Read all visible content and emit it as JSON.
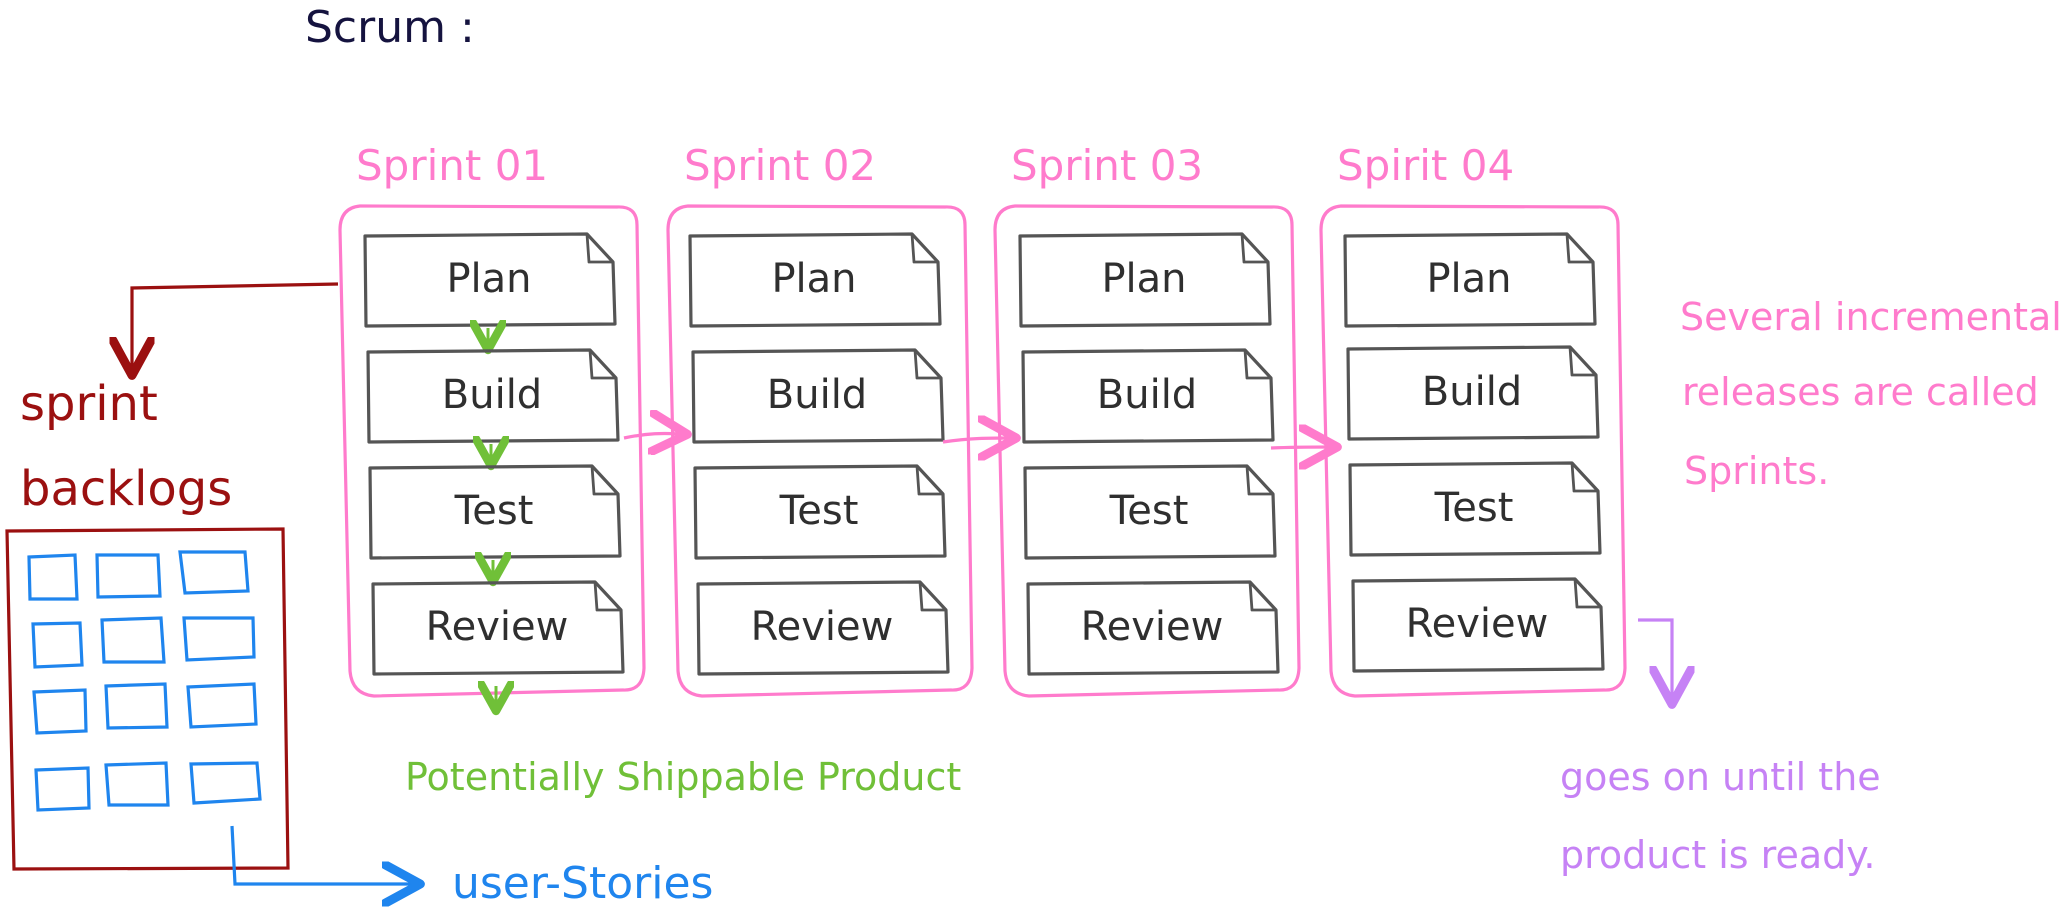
{
  "title": "Scrum :",
  "sprints": [
    {
      "title": "Sprint  01",
      "steps": [
        "Plan",
        "Build",
        "Test",
        "Review"
      ]
    },
    {
      "title": "Sprint  02",
      "steps": [
        "Plan",
        "Build",
        "Test",
        "Review"
      ]
    },
    {
      "title": "Sprint  03",
      "steps": [
        "Plan",
        "Build",
        "Test",
        "Review"
      ]
    },
    {
      "title": "Spirit  04",
      "steps": [
        "Plan",
        "Build",
        "Test",
        "Review"
      ]
    }
  ],
  "backlog": {
    "line1": "sprint",
    "line2": "backlogs"
  },
  "notes": {
    "user_stories": "user-Stories",
    "product": "Potentially  Shippable  Product",
    "incremental1": "Several  incremental",
    "incremental2": "releases  are  called",
    "incremental3": "Sprints.",
    "ready1": "goes   on   until   the",
    "ready2": "product  is  ready."
  },
  "colors": {
    "ink": "#15133f",
    "pink": "#ff7bcc",
    "box": "#555555",
    "green": "#70c038",
    "red": "#9b1010",
    "blue": "#1f85ee",
    "purple": "#c682f5"
  }
}
